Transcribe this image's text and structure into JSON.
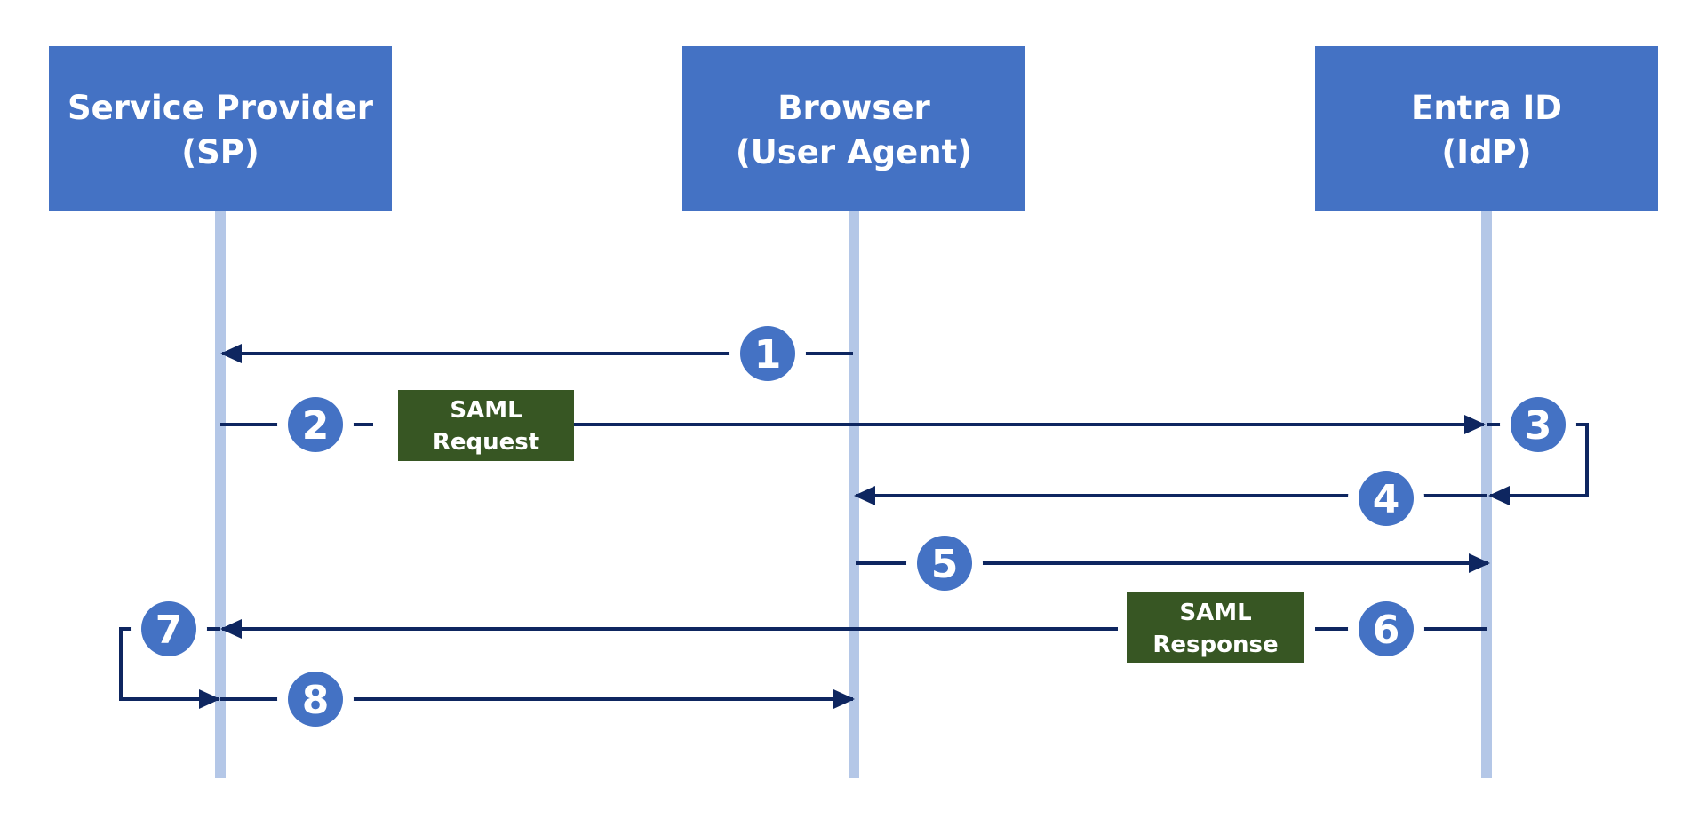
{
  "actors": {
    "sp": {
      "line1": "Service Provider",
      "line2": "(SP)"
    },
    "browser": {
      "line1": "Browser",
      "line2": "(User Agent)"
    },
    "idp": {
      "line1": "Entra ID",
      "line2": "(IdP)"
    }
  },
  "steps": [
    "1",
    "2",
    "3",
    "4",
    "5",
    "6",
    "7",
    "8"
  ],
  "messages": {
    "saml_request": {
      "line1": "SAML",
      "line2": "Request"
    },
    "saml_response": {
      "line1": "SAML",
      "line2": "Response"
    }
  },
  "colors": {
    "actor_box": "#4472C4",
    "lifeline": "#B4C7E7",
    "arrow": "#0E2660",
    "step_circle": "#4472C4",
    "message_box": "#375623"
  }
}
